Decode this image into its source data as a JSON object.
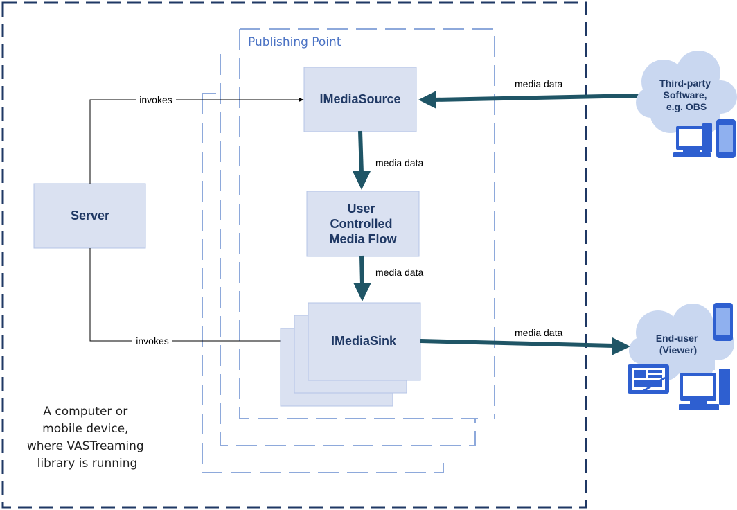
{
  "labels": {
    "publishing_point": "Publishing Point",
    "server": "Server",
    "imedia_source": "IMediaSource",
    "user_controlled": [
      "User",
      "Controlled",
      "Media Flow"
    ],
    "imedia_sink": "IMediaSink",
    "invokes": "invokes",
    "media_data": "media data",
    "device_note": [
      "A computer or",
      "mobile device,",
      "where VASTreaming",
      "library is running"
    ],
    "third_party": [
      "Third-party",
      "Software,",
      "e.g. OBS"
    ],
    "end_user": [
      "End-user",
      "(Viewer)"
    ]
  },
  "colors": {
    "outer_border": "#1f3864",
    "dashed_light": "#8ea9db",
    "box_fill": "#dae1f1",
    "box_stroke": "#b4c4e6",
    "arrow": "#1f5566",
    "cloud": "#c9d7f0",
    "device_blue": "#2e5fd0",
    "label": "#1f3864"
  },
  "icons": [
    "desktop-computer-icon",
    "smartphone-icon",
    "tablet-icon"
  ]
}
